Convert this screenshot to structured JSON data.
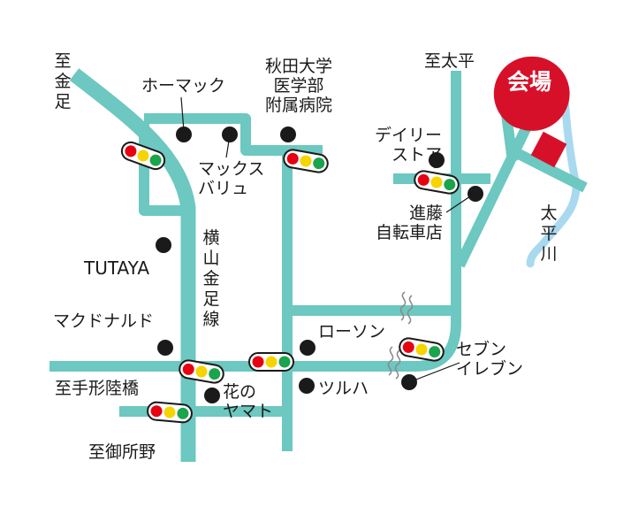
{
  "colors": {
    "road": "#6cc8c0",
    "river": "#a9d9ef",
    "venue": "#d7102a",
    "signal_red": "#e60012",
    "signal_yellow": "#f5d400",
    "signal_green": "#1aa44b"
  },
  "venue": {
    "label": "会場"
  },
  "directions": {
    "to_kanaashi": "至金足",
    "to_taihei": "至太平",
    "to_teganata_rikukyo": "至手形陸橋",
    "to_goshono": "至御所野"
  },
  "roads": {
    "yokoyama_kanaashi_line": "横山金足線"
  },
  "river": {
    "name": "太平川"
  },
  "landmarks": {
    "homac": "ホーマック",
    "akita_univ_hospital": "秋田大学\n医学部\n附属病院",
    "max_value": "マックス\nバリュ",
    "daily_store": "デイリー\nストア",
    "shindo_bicycle": "進藤\n自転車店",
    "tutaya": "TUTAYA",
    "mcdonalds": "マクドナルド",
    "lawson": "ローソン",
    "seven_eleven": "セブン\nイレブン",
    "tsuruha": "ツルハ",
    "hana_no_yamato": "花の\nヤマト"
  }
}
